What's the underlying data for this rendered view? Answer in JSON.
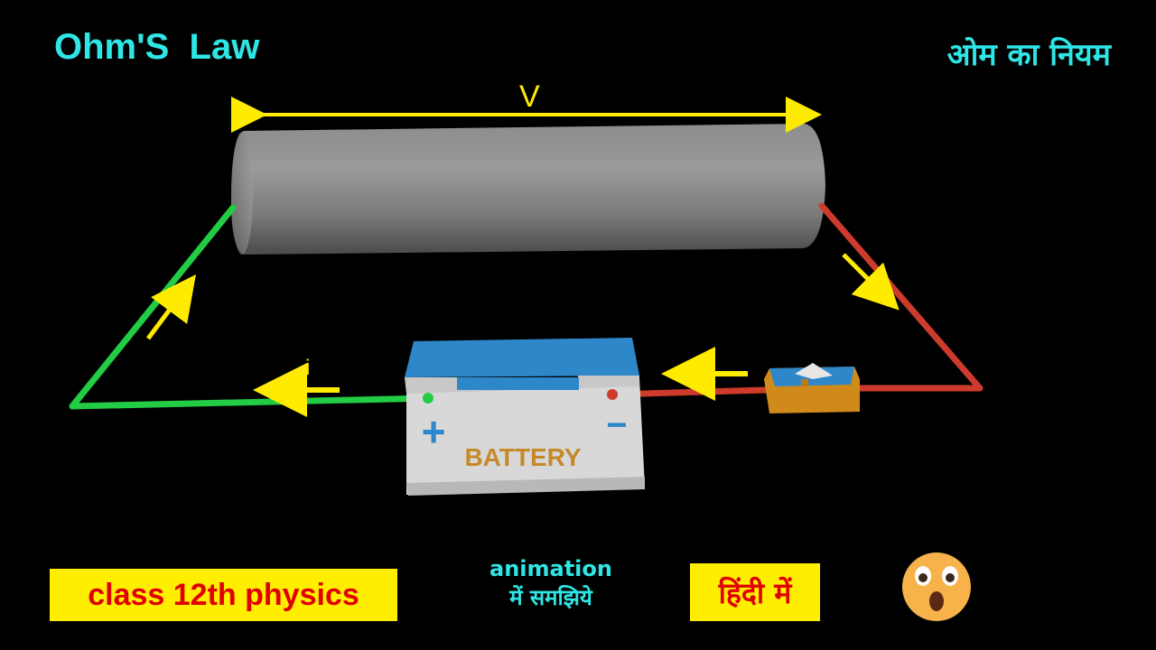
{
  "header": {
    "title_en": "Ohm'S  Law",
    "title_hi": "ओम का नियम"
  },
  "diagram": {
    "voltage_label": "V",
    "current_label": "i",
    "battery_label": "BATTERY",
    "battery_plus": "+",
    "battery_minus": "−"
  },
  "footer": {
    "class_badge": "class 12th physics",
    "animation_line1": "animation",
    "animation_line2": "में समझिये",
    "hindi_badge": "हिंदी में",
    "emoji": "surprised-face-icon"
  },
  "colors": {
    "cyan_text": "#2ee6e6",
    "yellow": "#ffee00",
    "red_text": "#e00000",
    "green_wire": "#22cc44",
    "red_wire": "#cc3b2b"
  }
}
